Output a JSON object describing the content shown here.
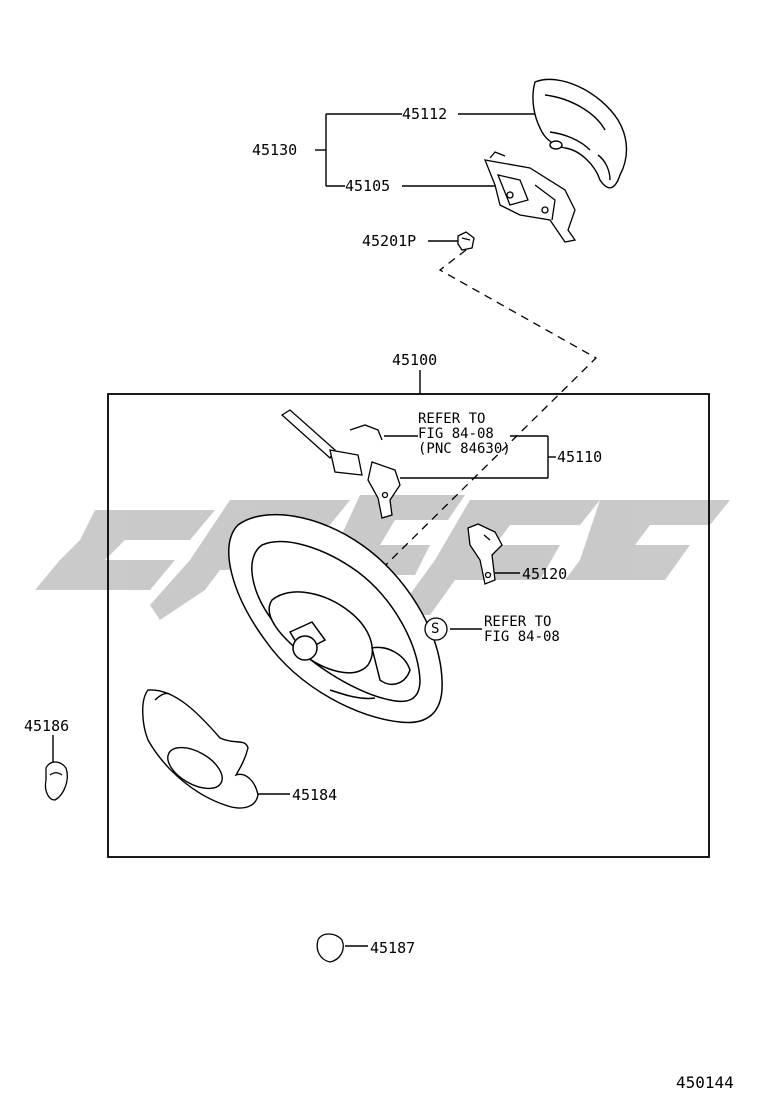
{
  "labels": {
    "p45130": "45130",
    "p45112": "45112",
    "p45105": "45105",
    "p45201p": "45201P",
    "p45100": "45100",
    "p45110": "45110",
    "p45120": "45120",
    "p45186": "45186",
    "p45184": "45184",
    "p45187": "45187"
  },
  "refer_top": {
    "line1": "REFER TO",
    "line2": "FIG 84-08",
    "line3": "(PNC 84630)"
  },
  "refer_s": {
    "symbol": "S",
    "line1": "REFER TO",
    "line2": "FIG 84-08"
  },
  "diagram_id": "450144",
  "watermark_color": "#c4c4c4"
}
